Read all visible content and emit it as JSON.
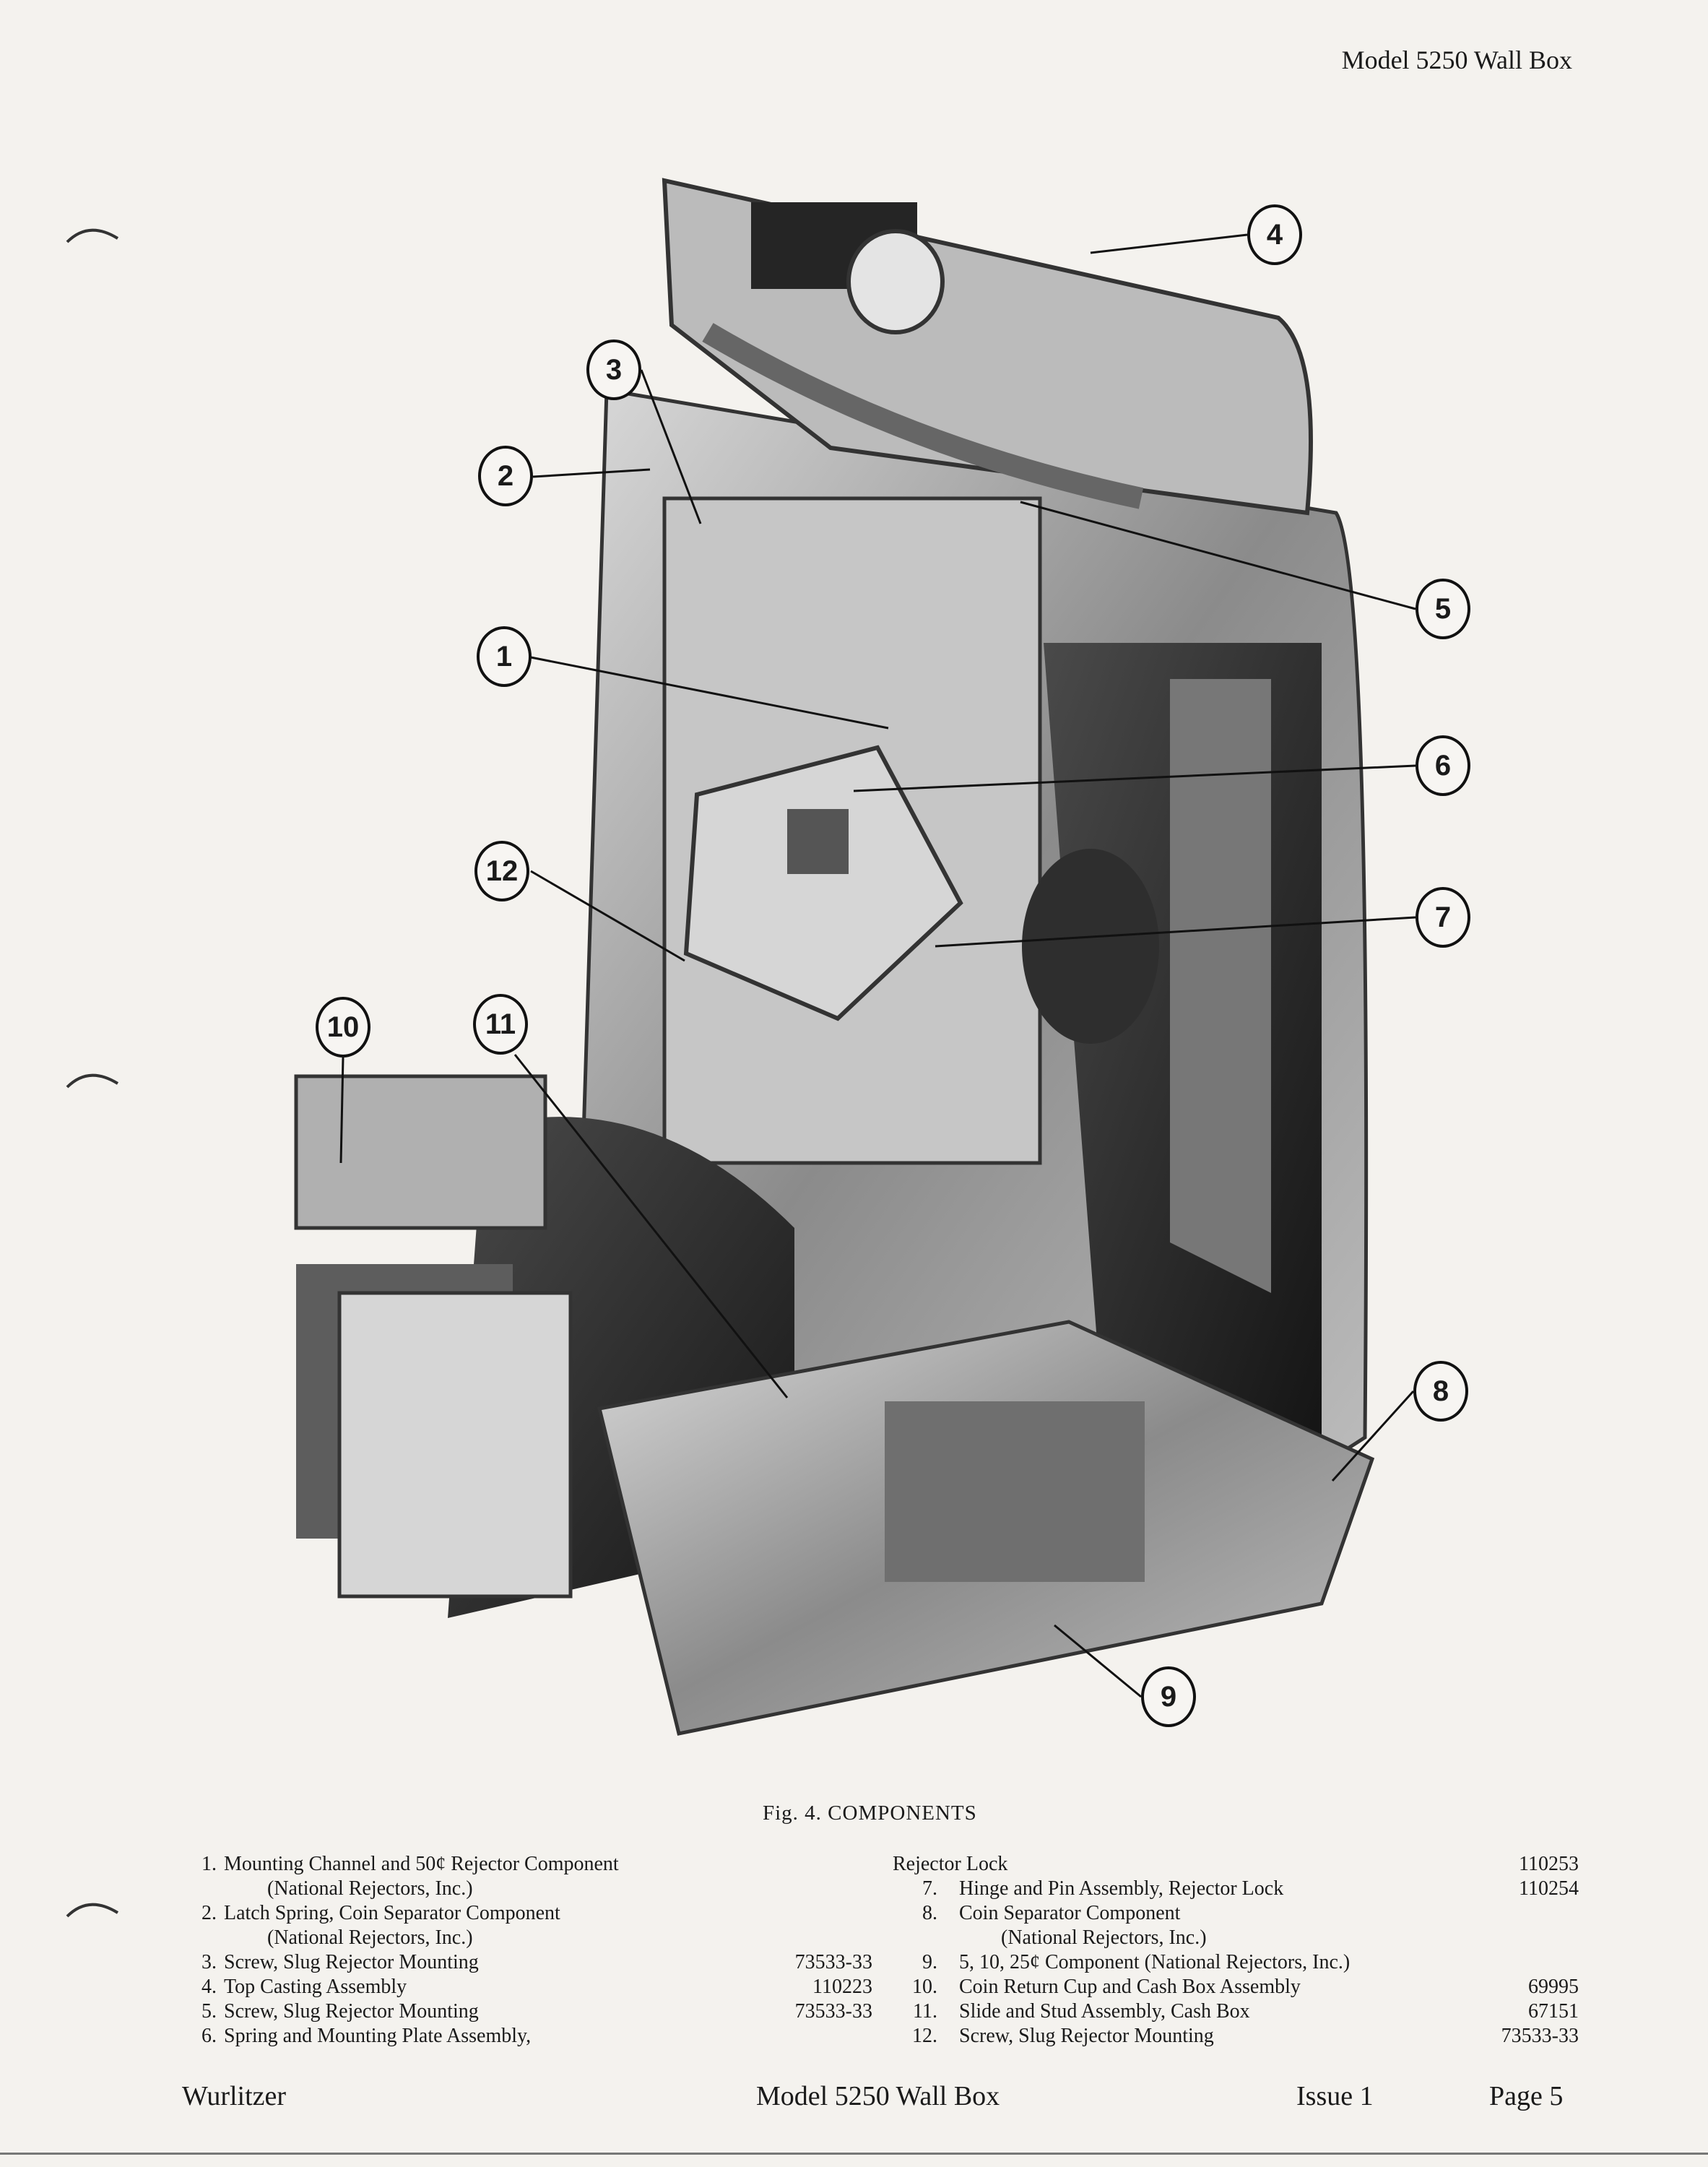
{
  "header": {
    "title": "Model 5250 Wall Box"
  },
  "figure": {
    "callouts": [
      "1",
      "2",
      "3",
      "4",
      "5",
      "6",
      "7",
      "8",
      "9",
      "10",
      "11",
      "12"
    ],
    "caption": "Fig. 4.  COMPONENTS"
  },
  "parts_left": [
    {
      "num": "1.",
      "desc": "Mounting Channel and 50¢ Rejector Component",
      "pn": ""
    },
    {
      "num": "",
      "desc": "(National Rejectors, Inc.)",
      "pn": ""
    },
    {
      "num": "2.",
      "desc": "Latch Spring, Coin Separator Component",
      "pn": ""
    },
    {
      "num": "",
      "desc": "(National Rejectors, Inc.)",
      "pn": ""
    },
    {
      "num": "3.",
      "desc": "Screw, Slug Rejector Mounting",
      "pn": "73533-33"
    },
    {
      "num": "4.",
      "desc": "Top Casting Assembly",
      "pn": "110223"
    },
    {
      "num": "5.",
      "desc": "Screw, Slug Rejector Mounting",
      "pn": "73533-33"
    },
    {
      "num": "6.",
      "desc": "Spring and Mounting Plate Assembly,",
      "pn": ""
    }
  ],
  "parts_right": [
    {
      "num": "",
      "desc": "Rejector Lock",
      "pn": "110253"
    },
    {
      "num": "7.",
      "desc": "Hinge and Pin Assembly, Rejector Lock",
      "pn": "110254"
    },
    {
      "num": "8.",
      "desc": "Coin Separator Component",
      "pn": ""
    },
    {
      "num": "",
      "desc": "(National Rejectors, Inc.)",
      "pn": ""
    },
    {
      "num": "9.",
      "desc": "5, 10, 25¢ Component (National Rejectors, Inc.)",
      "pn": ""
    },
    {
      "num": "10.",
      "desc": "Coin Return Cup and Cash Box Assembly",
      "pn": "69995"
    },
    {
      "num": "11.",
      "desc": "Slide and Stud Assembly, Cash Box",
      "pn": "67151"
    },
    {
      "num": "12.",
      "desc": "Screw, Slug Rejector Mounting",
      "pn": "73533-33"
    }
  ],
  "footer": {
    "brand": "Wurlitzer",
    "model": "Model 5250 Wall Box",
    "issue": "Issue 1",
    "page": "Page  5"
  }
}
